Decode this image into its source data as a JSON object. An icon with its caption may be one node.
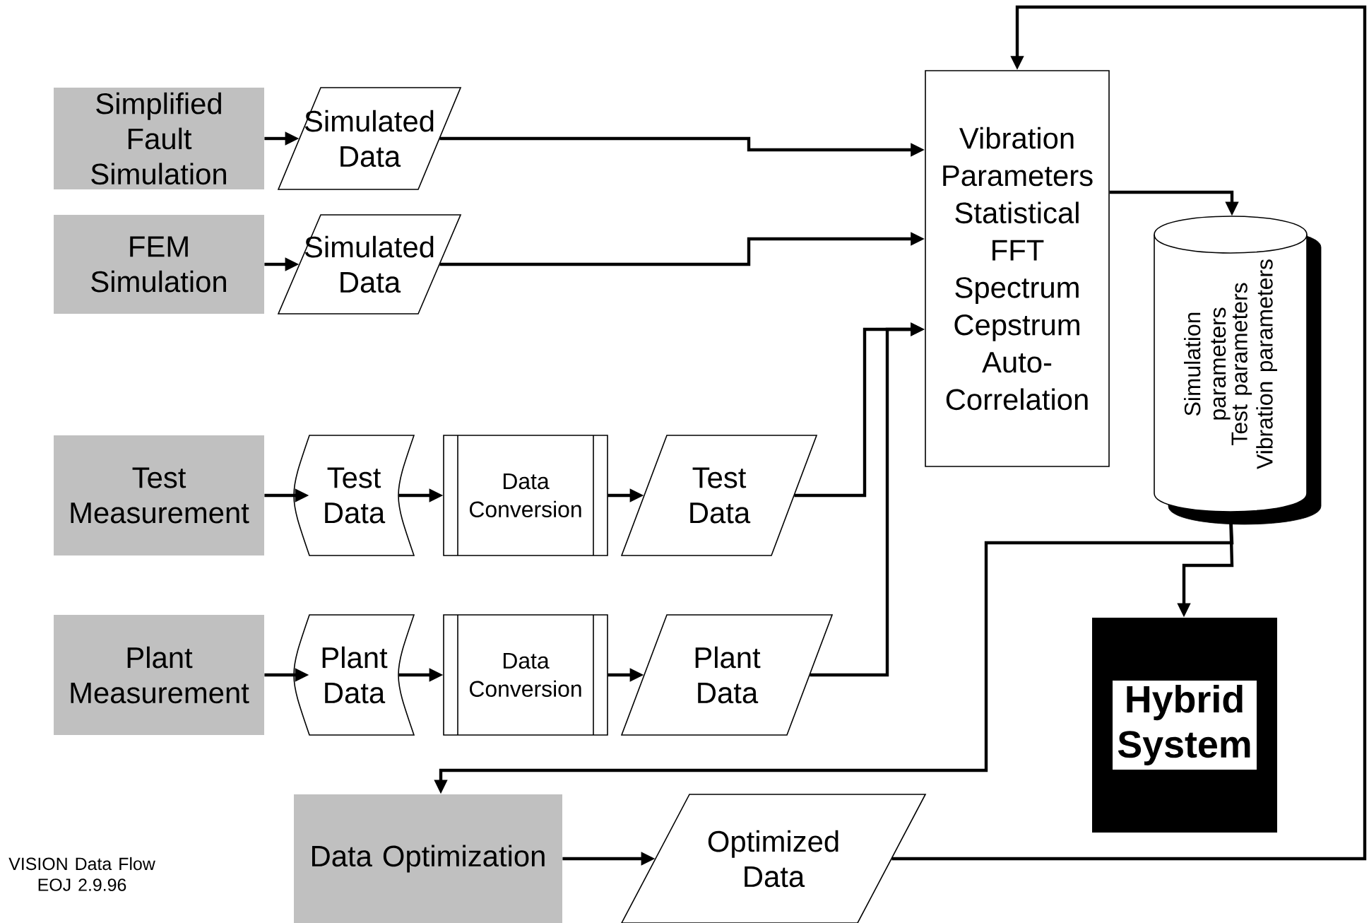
{
  "diagram": {
    "nodes": [
      {
        "text": [
          "Simplified Fault Simulation"
        ]
      },
      {
        "text": [
          "Simulated Data"
        ]
      },
      {
        "text": [
          "FEM Simulation"
        ]
      },
      {
        "text": [
          "Simulated Data"
        ]
      },
      {
        "text": [
          "Test Measurement"
        ]
      },
      {
        "text": [
          "Test Data"
        ]
      },
      {
        "text": [
          "Data Conversion"
        ]
      },
      {
        "text": [
          "Test Data"
        ]
      },
      {
        "text": [
          "Plant Measurement"
        ]
      },
      {
        "text": [
          "Plant Data"
        ]
      },
      {
        "text": [
          "Data Conversion"
        ]
      },
      {
        "text": [
          "Plant Data"
        ]
      },
      {
        "text": [
          "Vibration Parameters Statistical FFT Spectrum Cepstrum Auto-Correlation"
        ]
      },
      {
        "text": [
          "Simulation parameters",
          "Test parameters",
          "Vibration parameters"
        ]
      },
      {
        "text": [
          "Hybrid System"
        ]
      },
      {
        "text": [
          "Data Optimization"
        ]
      },
      {
        "text": [
          "Optimized Data"
        ]
      }
    ],
    "edges": [
      {
        "from": 0,
        "to": 1,
        "arrow": "to"
      },
      {
        "from": 1,
        "to": 12,
        "arrow": "to"
      },
      {
        "from": 2,
        "to": 3,
        "arrow": "to"
      },
      {
        "from": 3,
        "to": 12,
        "arrow": "to"
      },
      {
        "from": 4,
        "to": 5,
        "arrow": "to"
      },
      {
        "from": 5,
        "to": 6,
        "arrow": "to"
      },
      {
        "from": 6,
        "to": 7,
        "arrow": "to"
      },
      {
        "from": 7,
        "to": 12,
        "arrow": "to"
      },
      {
        "from": 8,
        "to": 9,
        "arrow": "to"
      },
      {
        "from": 9,
        "to": 10,
        "arrow": "to"
      },
      {
        "from": 10,
        "to": 11,
        "arrow": "to"
      },
      {
        "from": 11,
        "to": 12,
        "arrow": "to"
      },
      {
        "from": 12,
        "to": 13,
        "arrow": "to"
      },
      {
        "from": 13,
        "to": 14,
        "arrow": "to"
      },
      {
        "from": 13,
        "to": 15,
        "arrow": "to"
      },
      {
        "from": 15,
        "to": 16,
        "arrow": "to"
      },
      {
        "from": 16,
        "to": 12,
        "arrow": "to"
      }
    ],
    "labels": [
      "VISION Data Flow",
      "EOJ 2.9.96"
    ]
  }
}
